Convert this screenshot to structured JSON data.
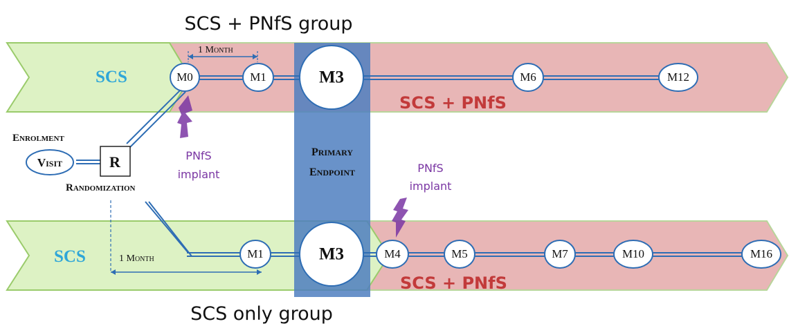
{
  "titles": {
    "top": "SCS + PNfS group",
    "bottom": "SCS only group"
  },
  "arms": {
    "scs_label": "SCS",
    "scs_pnfs_label": "SCS + PNfS"
  },
  "enrolment": {
    "line1_big": "E",
    "line1_rest": "NROLMENT",
    "visit_big": "V",
    "visit_rest": "ISIT",
    "randomization_box": "R",
    "randomization_big": "R",
    "randomization_rest": "ANDOMIZATION"
  },
  "primary_endpoint": {
    "line1_big": "P",
    "line1_rest": "RIMARY",
    "line2_big": "E",
    "line2_rest": "NDPOINT"
  },
  "interval": {
    "number": "1",
    "month_big": "M",
    "month_rest": "ONTH"
  },
  "implant": {
    "line1": "PNfS",
    "line2": "implant"
  },
  "top_visits": {
    "m0": "M0",
    "m1": "M1",
    "m3": "M3",
    "m6": "M6",
    "m12": "M12"
  },
  "bottom_visits": {
    "m1": "M1",
    "m3": "M3",
    "m4": "M4",
    "m5": "M5",
    "m7": "M7",
    "m10": "M10",
    "m16": "M16"
  },
  "colors": {
    "green_fill": "#ddf2c4",
    "green_stroke": "#9acb6b",
    "red_fill": "#e8b6b6",
    "red_stroke": "#b8d59a",
    "endpoint_band": "#4f7fc0",
    "line_blue": "#2e6db4",
    "scs_text": "#2fa6d8",
    "arm_text": "#c23a3a",
    "implant_purple": "#7a36a3"
  },
  "icons": {
    "implant_marker": "lightning-bolt-icon"
  }
}
